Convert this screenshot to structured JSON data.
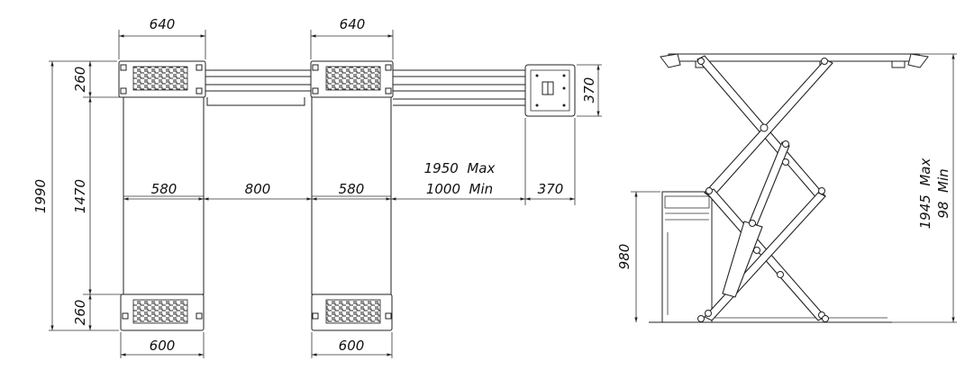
{
  "plan_view": {
    "dims": {
      "top_width_left": "640",
      "top_width_right": "640",
      "overall_length": "1990",
      "platform_length": "1470",
      "front_block_top": "260",
      "rear_block_bottom": "260",
      "platform_width_left": "580",
      "gap_between": "800",
      "platform_width_right": "580",
      "control_distance_max": "1950  Max",
      "control_distance_min": "1000  Min",
      "control_width": "370",
      "control_depth": "370",
      "bottom_width_left": "600",
      "bottom_width_right": "600"
    }
  },
  "side_view": {
    "dims": {
      "console_height": "980",
      "lift_height_max": "1945  Max",
      "lift_height_min": "98  Min"
    }
  }
}
